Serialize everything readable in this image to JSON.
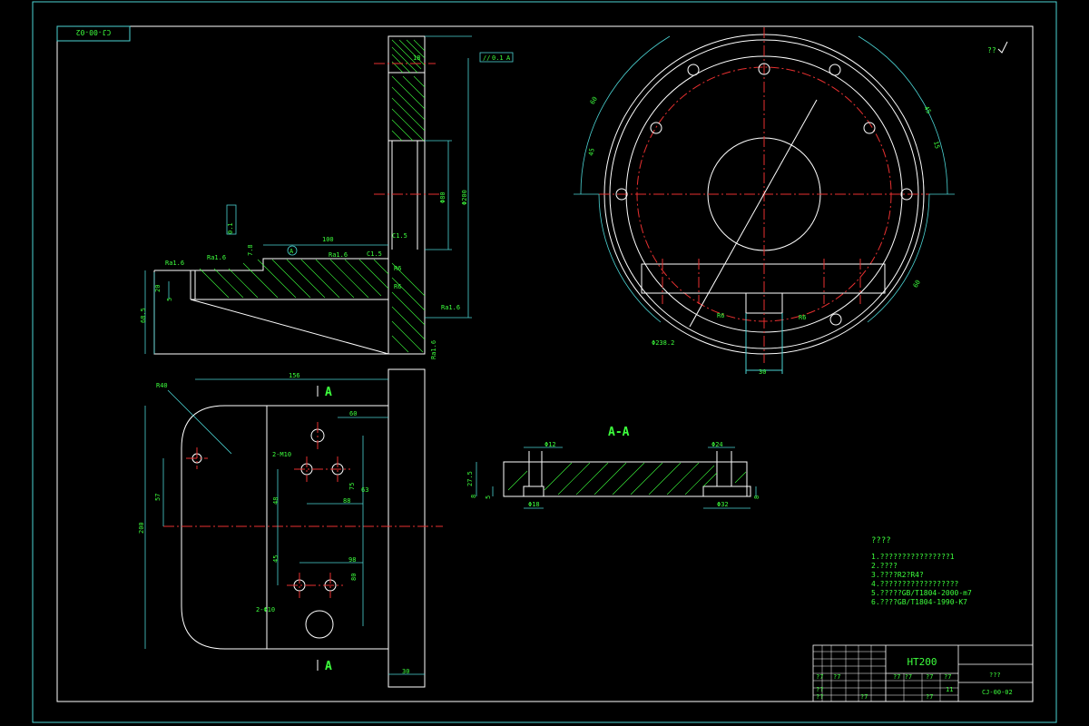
{
  "drawing": {
    "code_box": "CJ-00-02",
    "title_block": {
      "material": "HT200",
      "drawing_number": "CJ-00-02",
      "name": "???",
      "cell_labels": [
        "??",
        "??",
        "?7",
        "?7",
        "?7",
        "?7",
        "?7",
        "11",
        "?7 ?7",
        "?7"
      ]
    },
    "tech_requirements": {
      "title": "????",
      "lines": [
        "1.????????????????1",
        "2.????",
        "3.????R2?R4?",
        "4.??????????????????",
        "5.?????GB/T1804-2000-m7",
        "6.????GB/T1804-1990-K7"
      ]
    },
    "section_title": "A-A",
    "section_marks": [
      "A",
      "A"
    ],
    "roughness_mark": "??",
    "dimensions": {
      "front_view": [
        "100",
        "7.8",
        "C1.5",
        "C1.5",
        "Ra1.6",
        "Ra1.6",
        "Ra1.6",
        "Ra1.6",
        "R6",
        "R6",
        "20",
        "5",
        "68.5",
        "18",
        "Φ80",
        "Φ200",
        "Ra1.6"
      ],
      "tolerance_frame": [
        "//",
        "0.1",
        "A"
      ],
      "datum_label": "A",
      "top_view": [
        "156",
        "R40",
        "60",
        "2-M10",
        "75",
        "88",
        "48",
        "63",
        "57",
        "200",
        "45",
        "98",
        "80",
        "2-Φ10",
        "30"
      ],
      "section_view": [
        "Φ12",
        "Φ24",
        "Φ18",
        "Φ32",
        "27.5",
        "5",
        "8",
        "8"
      ],
      "circle_view": [
        "Φ238.2",
        "R6",
        "R6",
        "30",
        "60",
        "45",
        "15",
        "45",
        "60"
      ]
    }
  }
}
